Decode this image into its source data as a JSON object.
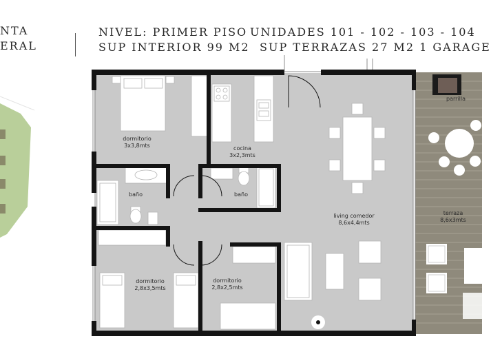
{
  "header": {
    "left_line1": "NTA",
    "left_line2": "ERAL",
    "nivel": "NIVEL: PRIMER PISO",
    "unidades": "UNIDADES 101 - 102 - 103 - 104",
    "sup_interior": "SUP INTERIOR 99 M2",
    "sup_terrazas": "SUP TERRAZAS 27 M2 1 GARAGE"
  },
  "rooms": {
    "dormitorio1": {
      "name": "dormitorio",
      "size": "3x3,8mts"
    },
    "cocina": {
      "name": "cocina",
      "size": "3x2,3mts"
    },
    "bano1": {
      "name": "baño"
    },
    "bano2": {
      "name": "baño"
    },
    "living": {
      "name": "living comedor",
      "size": "8,6x4,4mts"
    },
    "dormitorio2": {
      "name": "dormitorio",
      "size": "2,8x3,5mts"
    },
    "dormitorio3": {
      "name": "dormitorio",
      "size": "2,8x2,5mts"
    },
    "terraza": {
      "name": "terraza",
      "size": "8,6x3mts"
    },
    "parrilla": {
      "name": "parrilla"
    }
  },
  "colors": {
    "wall": "#141414",
    "floor": "#c9c9c9",
    "furniture": "#ffffff",
    "deck": "#8f8a7c",
    "site_green": "#b9cf9a"
  }
}
